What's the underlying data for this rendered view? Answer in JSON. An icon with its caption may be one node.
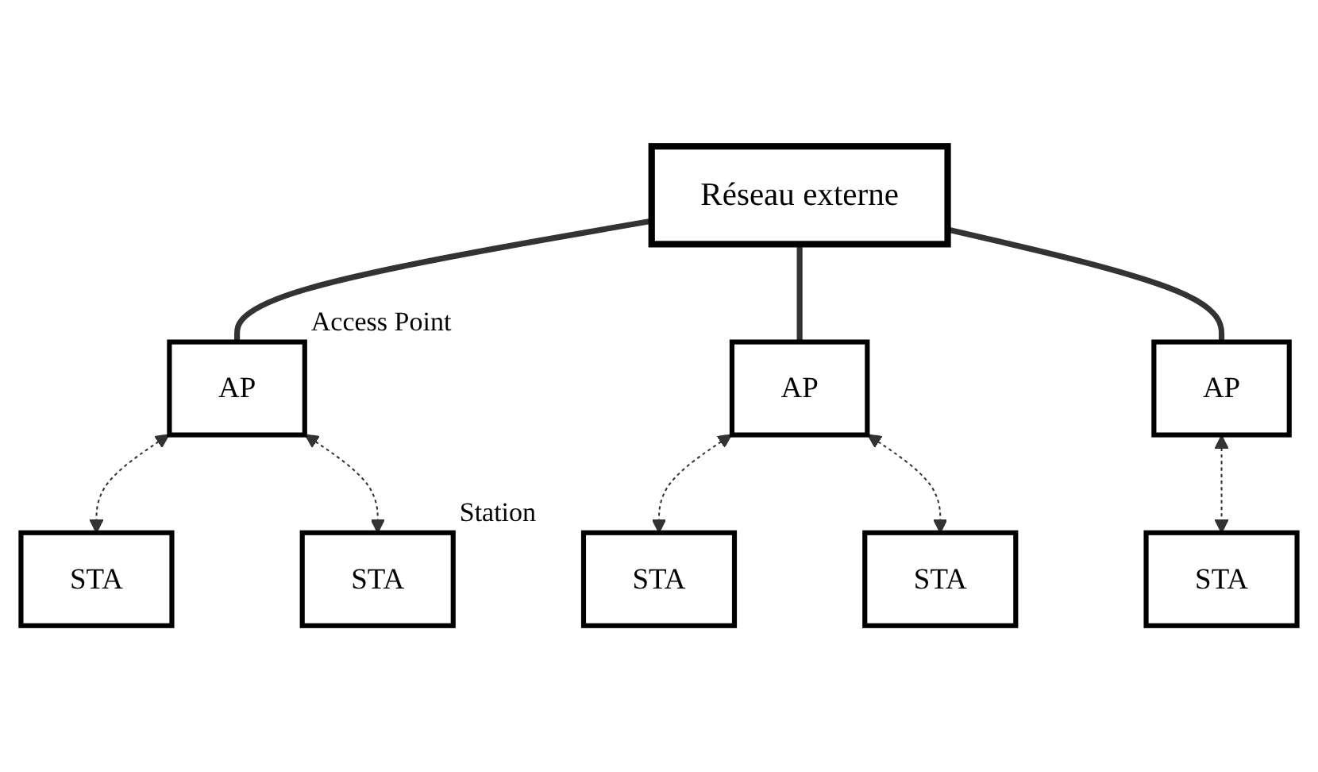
{
  "diagram": {
    "nodes": [
      {
        "text": [
          "Réseau externe"
        ]
      },
      {
        "text": [
          "AP"
        ],
        "beside": [
          "Access Point"
        ]
      },
      {
        "text": [
          "STA"
        ]
      },
      {
        "text": [
          "STA"
        ],
        "beside": [
          "Station"
        ]
      },
      {
        "text": [
          "AP"
        ]
      },
      {
        "text": [
          "STA"
        ]
      },
      {
        "text": [
          "STA"
        ]
      },
      {
        "text": [
          "AP"
        ]
      },
      {
        "text": [
          "STA"
        ]
      }
    ],
    "edges": [
      {
        "from": 0,
        "to": 1,
        "arrow": "none",
        "style": "thick"
      },
      {
        "from": 0,
        "to": 4,
        "arrow": "none",
        "style": "thick"
      },
      {
        "from": 0,
        "to": 7,
        "arrow": "none",
        "style": "thick"
      },
      {
        "from": 1,
        "to": 2,
        "arrow": "both",
        "style": "dashed"
      },
      {
        "from": 1,
        "to": 3,
        "arrow": "both",
        "style": "dashed"
      },
      {
        "from": 4,
        "to": 5,
        "arrow": "both",
        "style": "dashed"
      },
      {
        "from": 4,
        "to": 6,
        "arrow": "both",
        "style": "dashed"
      },
      {
        "from": 7,
        "to": 8,
        "arrow": "both",
        "style": "dashed"
      }
    ]
  }
}
